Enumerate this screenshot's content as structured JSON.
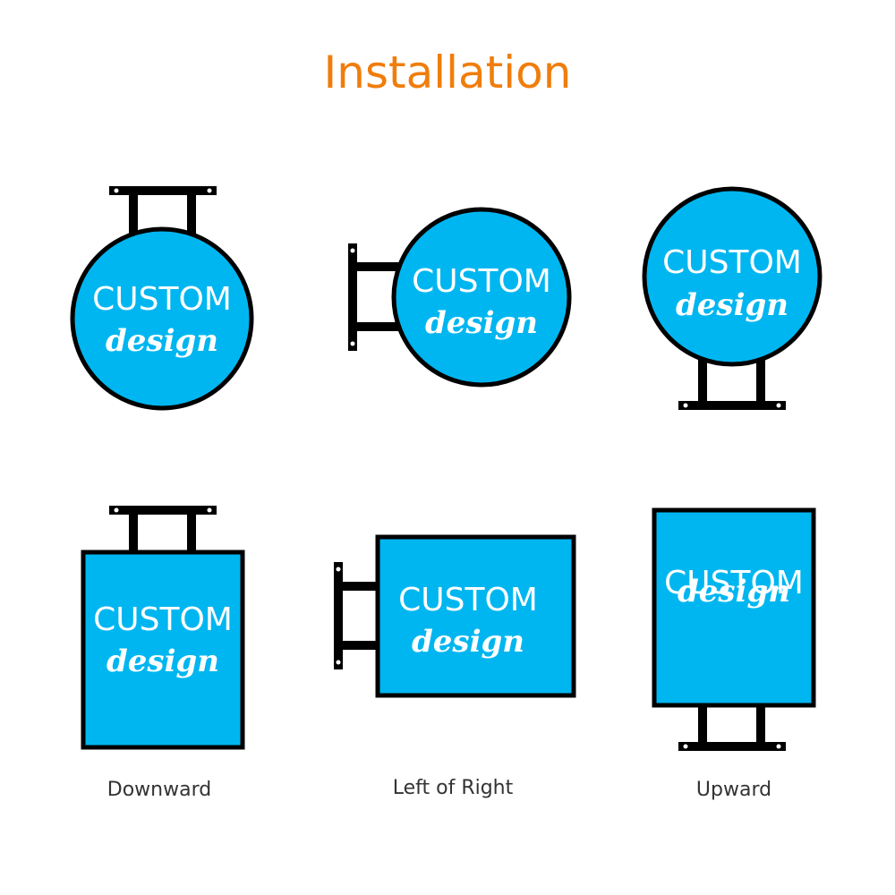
{
  "title": "Installation",
  "colors": {
    "title": "#f07d0b",
    "sign_fill": "#00b6f0",
    "outline": "#000000",
    "text": "#ffffff"
  },
  "sign_text": {
    "line1": "CUSTOM",
    "line2": "design"
  },
  "captions": {
    "downward": "Downward",
    "left_right": "Left of Right",
    "upward": "Upward"
  }
}
